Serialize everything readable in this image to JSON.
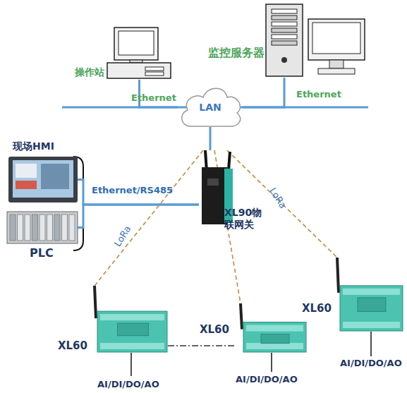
{
  "diagram": {
    "nodes": [
      {
        "text": [
          "操作站"
        ]
      },
      {
        "text": [
          "监控服务器"
        ]
      },
      {
        "text": [
          "LAN"
        ]
      },
      {
        "text": [
          "现场HMI"
        ]
      },
      {
        "text": [
          "PLC"
        ]
      },
      {
        "text": [
          "XL90物 联网关"
        ]
      },
      {
        "text": [
          "XL60"
        ]
      },
      {
        "text": [
          "XL60"
        ]
      },
      {
        "text": [
          "XL60"
        ]
      }
    ],
    "edges": [
      {
        "from": 0,
        "to": 2,
        "arrow": "none",
        "label": "Ethernet"
      },
      {
        "from": 1,
        "to": 2,
        "arrow": "none",
        "label": "Ethernet"
      },
      {
        "from": 2,
        "to": 5,
        "arrow": "none"
      },
      {
        "from": 3,
        "to": 5,
        "arrow": "none",
        "label": "Ethernet/RS485"
      },
      {
        "from": 4,
        "to": 5,
        "arrow": "none"
      },
      {
        "from": 5,
        "to": 6,
        "arrow": "none",
        "label": "LoRa"
      },
      {
        "from": 5,
        "to": 7,
        "arrow": "none"
      },
      {
        "from": 5,
        "to": 8,
        "arrow": "none",
        "label": "LoRa"
      },
      {
        "from": 6,
        "to": 7,
        "arrow": "none"
      }
    ],
    "labels": [
      "AI/DI/DO/AO",
      "AI/DI/DO/AO",
      "AI/DI/DO/AO"
    ]
  }
}
